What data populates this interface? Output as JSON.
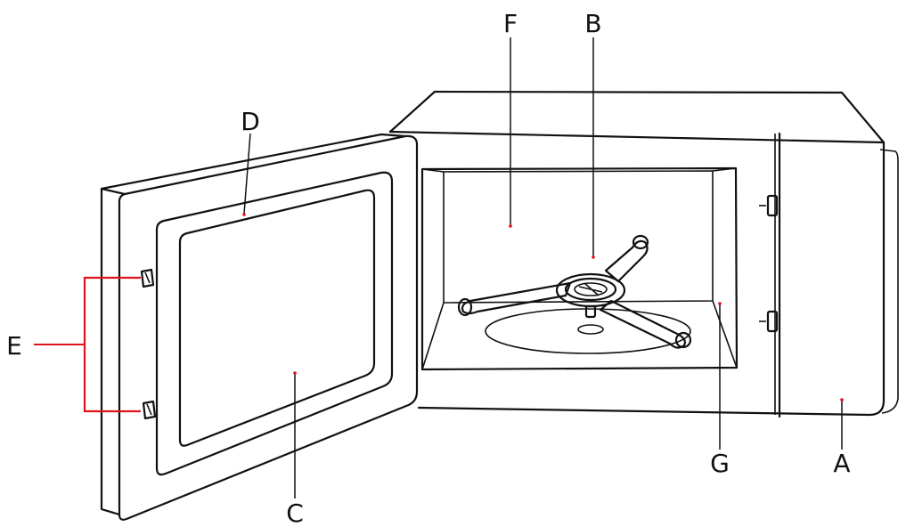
{
  "labels": {
    "a": "A",
    "b": "B",
    "c": "C",
    "d": "D",
    "e": "E",
    "f": "F",
    "g": "G"
  },
  "colors": {
    "line": "#111111",
    "bracket": "#e0121b",
    "background": "#ffffff"
  }
}
